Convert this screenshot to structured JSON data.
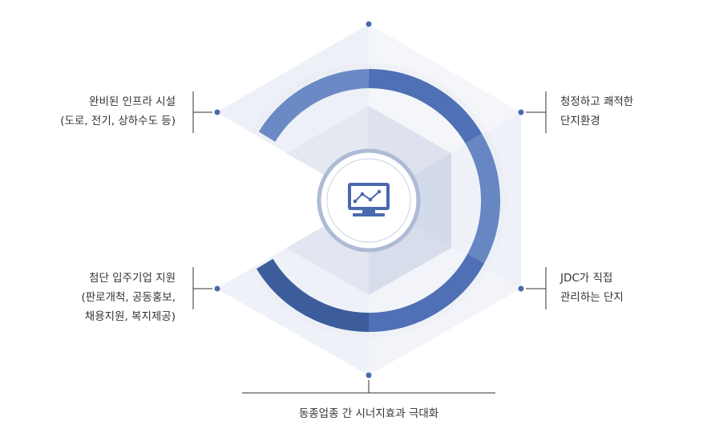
{
  "labels": {
    "top_left": {
      "line1": "완비된 인프라 시설",
      "line2": "(도로, 전기, 상하수도 등)"
    },
    "top_right": {
      "line1": "청정하고 쾌적한",
      "line2": "단지환경"
    },
    "bottom_left": {
      "line1": "첨단 입주기업 지원",
      "line2": "(판로개척, 공동홍보,",
      "line3": "채용지원, 복지제공)"
    },
    "bottom_right": {
      "line1": "JDC가 직접",
      "line2": "관리하는 단지"
    },
    "bottom": {
      "line1": "동종업종 간 시너지효과 극대화"
    }
  },
  "center_icon": "monitor-line-chart-icon",
  "colors": {
    "ring_dark": "#3f5fa0",
    "ring_mid": "#5577b8",
    "ring_light": "#6a88c4",
    "hex_outer": "#eef1f7",
    "hex_inner": "#d9dfec",
    "dot": "#4a6aaf"
  }
}
